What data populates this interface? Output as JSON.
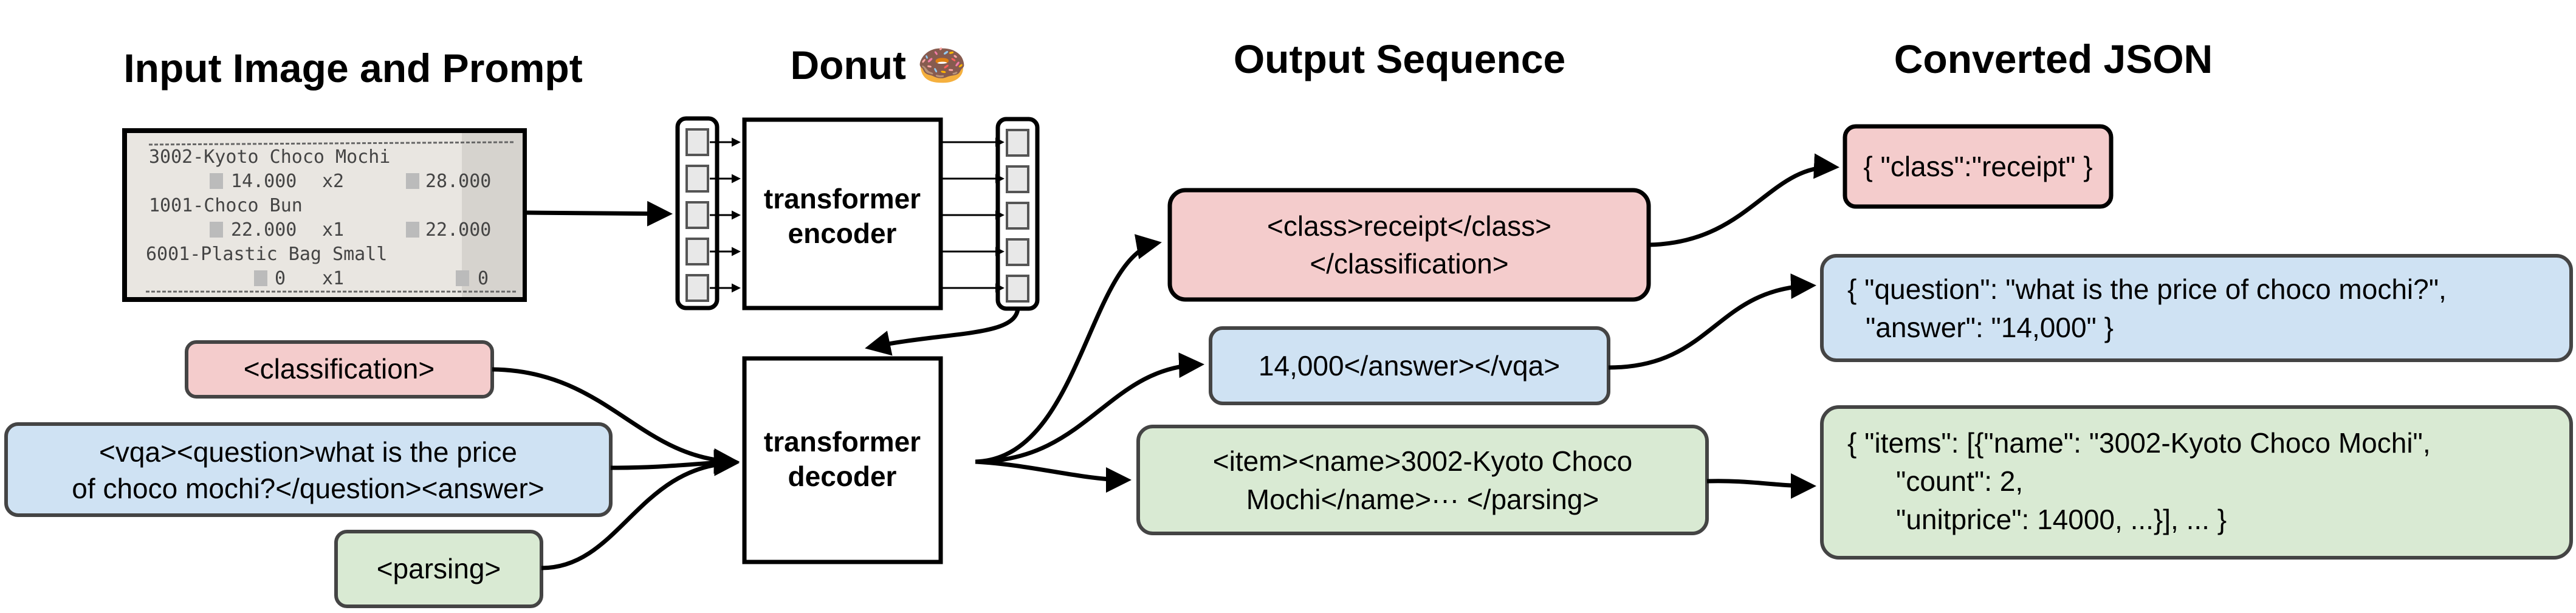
{
  "titles": {
    "input": "Input Image and Prompt",
    "donut": "Donut 🍩",
    "output": "Output Sequence",
    "json": "Converted JSON"
  },
  "receipt": {
    "lines": [
      "3002-Kyoto Choco Mochi",
      "14.000",
      "x2",
      "28.000",
      "1001-Choco Bun",
      "22.000",
      "x1",
      "22.000",
      "6001-Plastic Bag Small",
      "0",
      "x1",
      "0"
    ]
  },
  "model": {
    "encoder": [
      "transformer",
      "encoder"
    ],
    "decoder": [
      "transformer",
      "decoder"
    ]
  },
  "prompts": {
    "classification": "<classification>",
    "vqa": [
      "<vqa><question>what is the price",
      "of choco mochi?</question><answer>"
    ],
    "parsing": "<parsing>"
  },
  "outputs": {
    "classification": [
      "<class>receipt</class>",
      "</classification>"
    ],
    "vqa": "14,000</answer></vqa>",
    "parsing": [
      "<item><name>3002-Kyoto Choco",
      "Mochi</name>··· </parsing>"
    ]
  },
  "json": {
    "classification": "{ \"class\":\"receipt\" }",
    "vqa": [
      "{ \"question\": \"what is the price of choco mochi?\",",
      "\"answer\": \"14,000\" }"
    ],
    "parsing": [
      "{ \"items\": [{\"name\": \"3002-Kyoto Choco Mochi\",",
      "\"count\": 2,",
      "\"unitprice\": 14000, ...}], ... }"
    ]
  },
  "colors": {
    "classification": "#f4cccc",
    "vqa": "#cfe2f3",
    "parsing": "#d9ead3"
  }
}
